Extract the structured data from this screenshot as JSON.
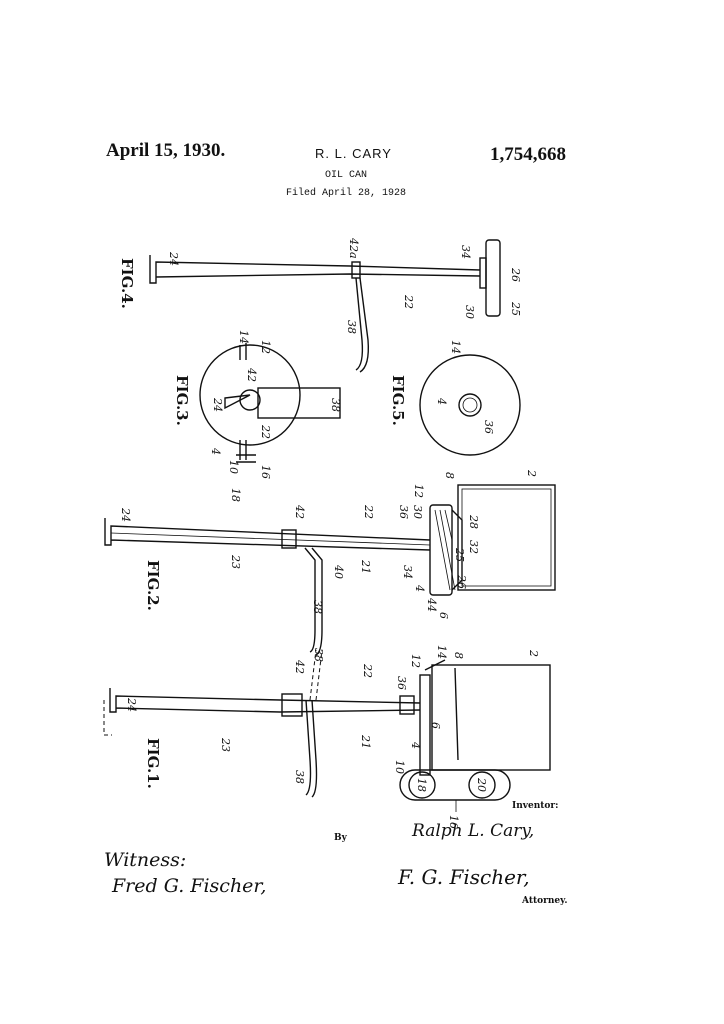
{
  "header": {
    "date": "April 15, 1930.",
    "inventor": "R. L. CARY",
    "patent_number": "1,754,668",
    "title": "OIL CAN",
    "filed": "Filed April 28, 1928"
  },
  "figures": {
    "fig4": {
      "label": "FIG.4.",
      "numerals": [
        "24",
        "42a",
        "34",
        "26",
        "38",
        "22",
        "30",
        "25"
      ]
    },
    "fig3": {
      "label": "FIG.3.",
      "numerals": [
        "14",
        "12",
        "42",
        "24",
        "22",
        "38",
        "4",
        "10",
        "16",
        "18"
      ]
    },
    "fig5": {
      "label": "FIG.5.",
      "numerals": [
        "14",
        "4",
        "36"
      ]
    },
    "fig2": {
      "label": "FIG.2.",
      "numerals": [
        "24",
        "42",
        "22",
        "36",
        "12",
        "8",
        "2",
        "30",
        "28",
        "23",
        "21",
        "40",
        "34",
        "25",
        "32",
        "4",
        "26",
        "38",
        "44",
        "6"
      ]
    },
    "fig1": {
      "label": "FIG.1.",
      "numerals": [
        "24",
        "42",
        "38",
        "22",
        "36",
        "12",
        "14",
        "8",
        "2",
        "23",
        "21",
        "6",
        "38",
        "4",
        "10",
        "18",
        "20",
        "16"
      ]
    }
  },
  "signatures": {
    "inventor_caption": "Inventor:",
    "inventor_signature": "Ralph L. Cary,",
    "by": "By",
    "witness_caption": "Witness:",
    "witness_signature": "Fred G. Fischer,",
    "attorney_signature": "F. G. Fischer,",
    "attorney_caption": "Attorney."
  }
}
